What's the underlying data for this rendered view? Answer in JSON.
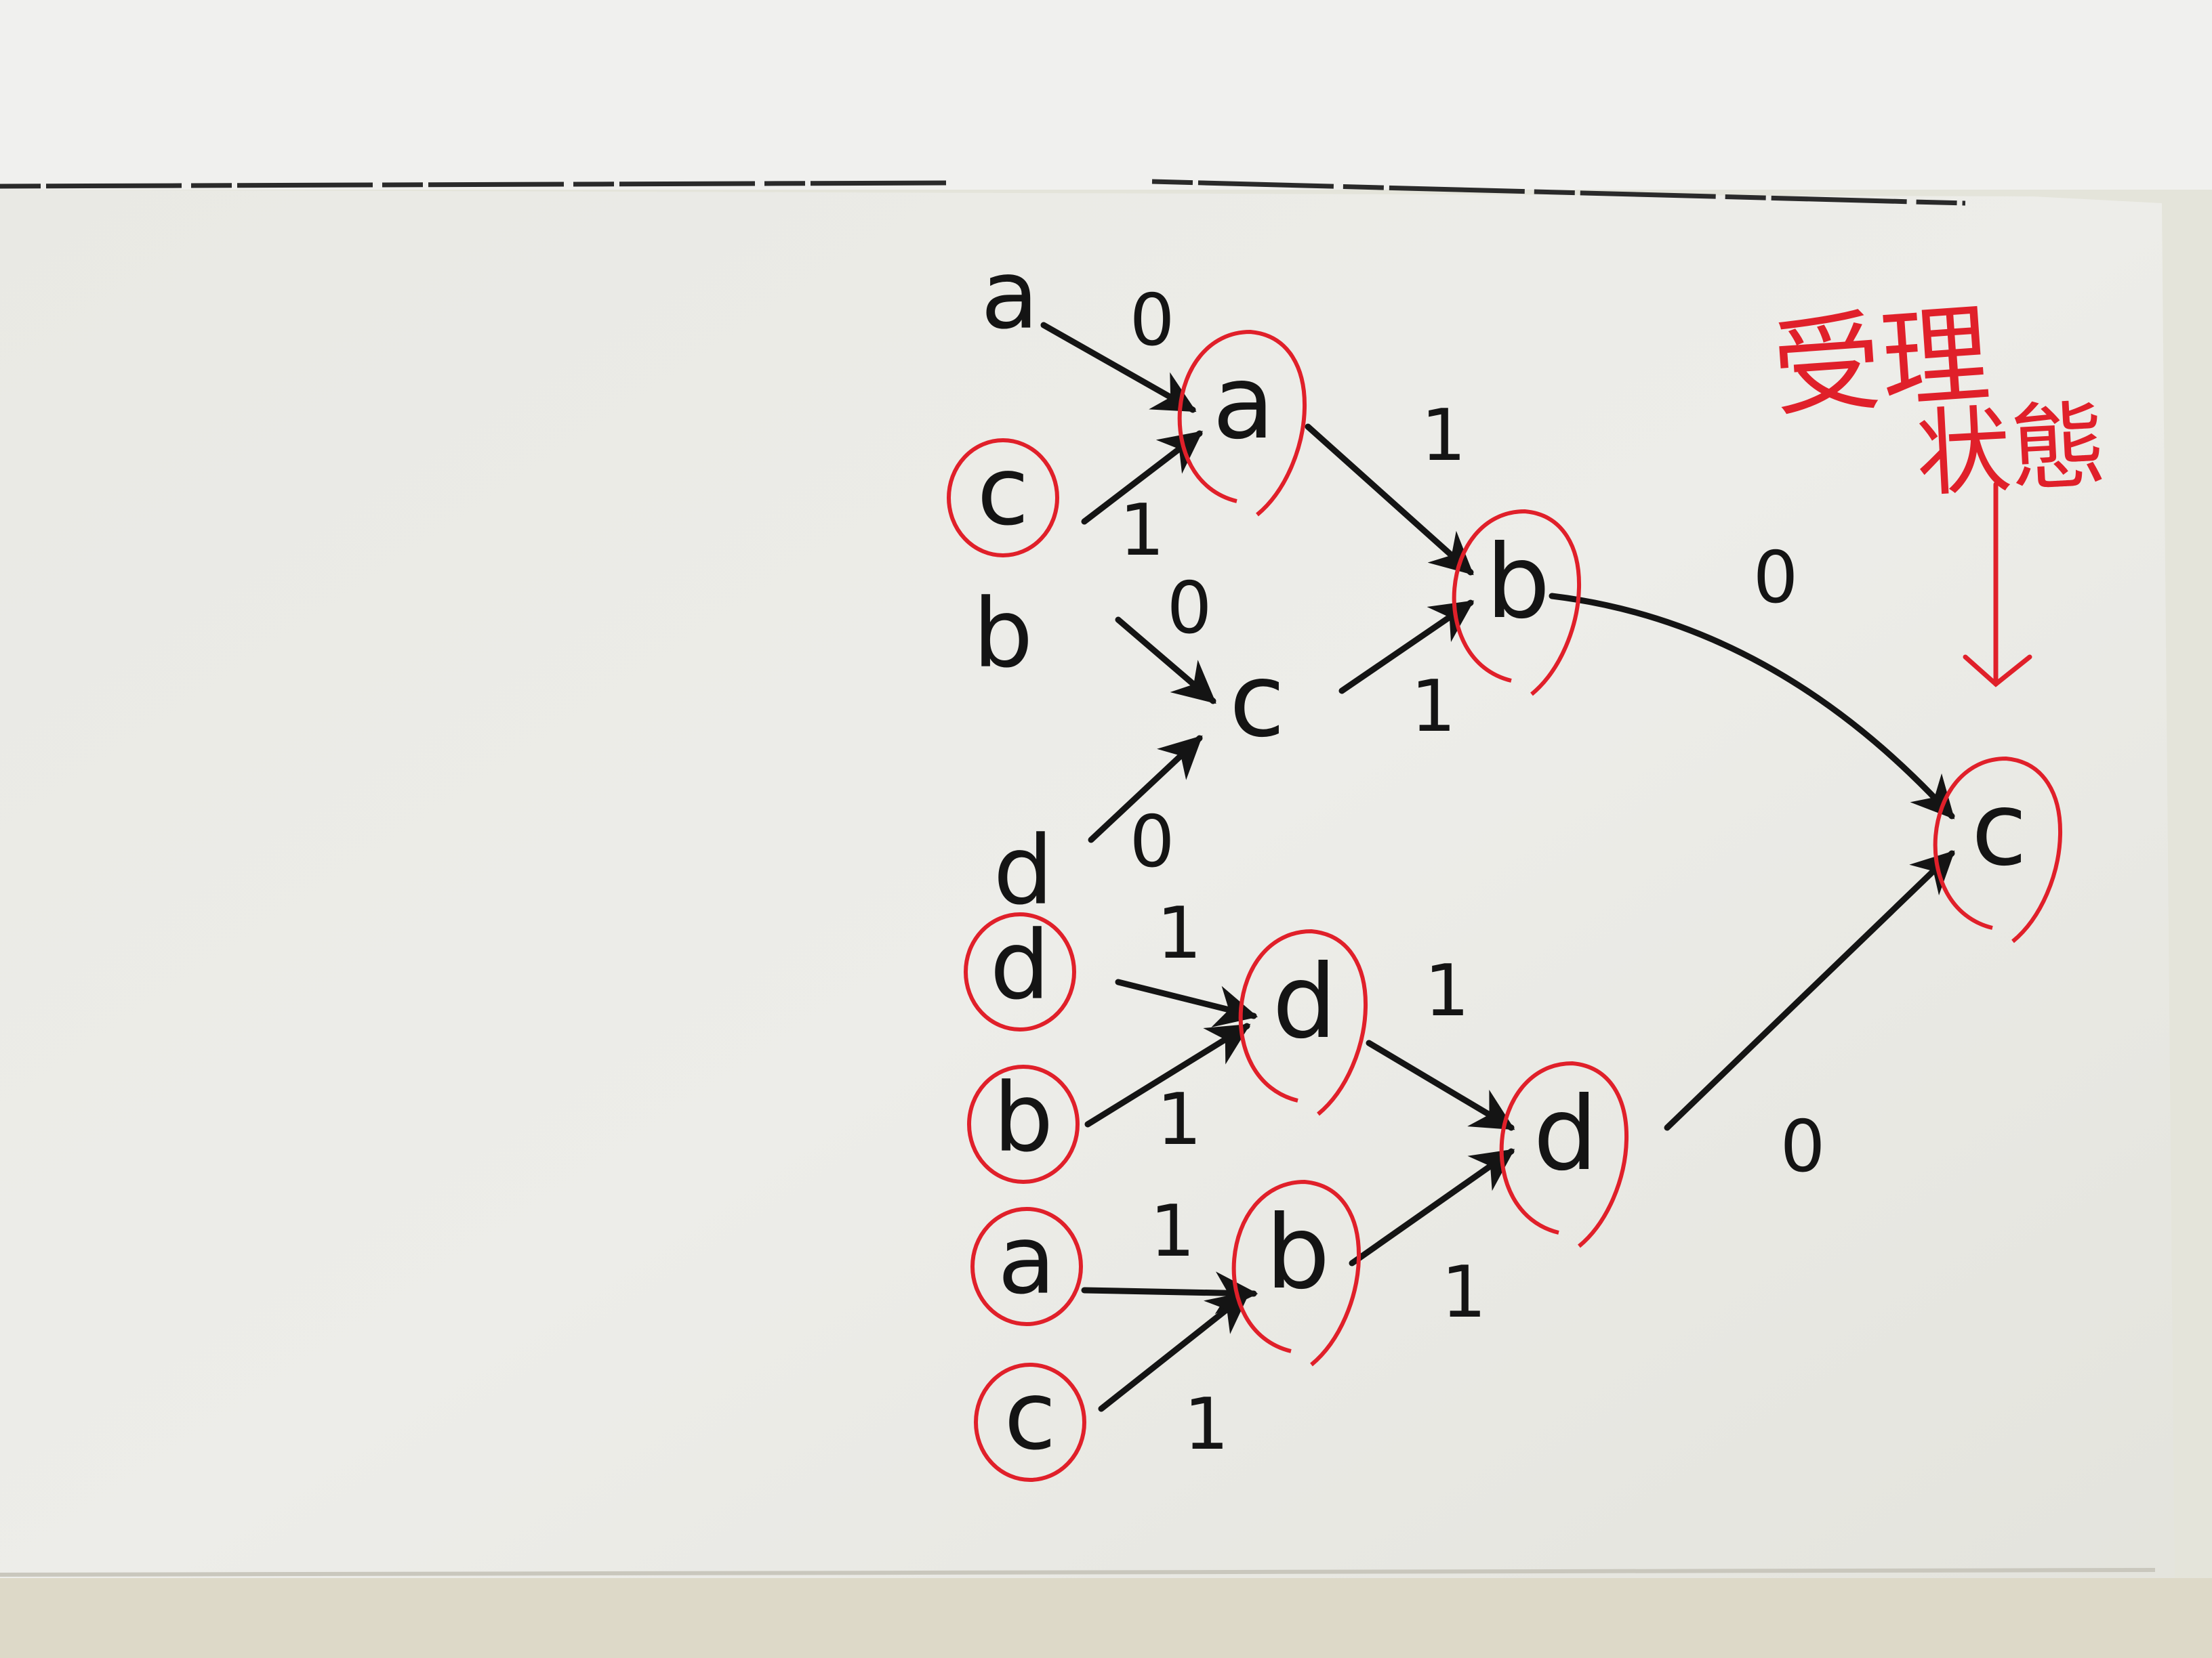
{
  "colors": {
    "ink": "#141414",
    "red_ink": "#e0202a",
    "paper": "#ebebe6",
    "paper_shadow": "#d8d8d1",
    "backdrop": "#e6e6dc"
  },
  "annotation": {
    "lines": [
      "受理",
      "状態"
    ]
  },
  "nodes": [
    {
      "id": "in_a",
      "label": "a",
      "red_circle": false
    },
    {
      "id": "in_c1",
      "label": "c",
      "red_circle": true
    },
    {
      "id": "in_b1",
      "label": "b",
      "red_circle": false
    },
    {
      "id": "in_d1",
      "label": "d",
      "red_circle": false
    },
    {
      "id": "in_d2",
      "label": "d",
      "red_circle": true
    },
    {
      "id": "in_b2",
      "label": "b",
      "red_circle": true
    },
    {
      "id": "in_a2",
      "label": "a",
      "red_circle": true
    },
    {
      "id": "in_c2",
      "label": "c",
      "red_circle": true
    },
    {
      "id": "mid_a",
      "label": "a",
      "red_circle": true
    },
    {
      "id": "mid_c",
      "label": "c",
      "red_circle": false
    },
    {
      "id": "mid_b",
      "label": "b",
      "red_circle": true
    },
    {
      "id": "mid_d",
      "label": "d",
      "red_circle": true
    },
    {
      "id": "mid_b2",
      "label": "b",
      "red_circle": true
    },
    {
      "id": "mid_d2",
      "label": "d",
      "red_circle": true
    },
    {
      "id": "final_c",
      "label": "c",
      "red_circle": true
    }
  ],
  "edges": [
    {
      "id": "e1",
      "from": "in_a",
      "to": "mid_a",
      "label": "0"
    },
    {
      "id": "e2",
      "from": "in_c1",
      "to": "mid_a",
      "label": "1"
    },
    {
      "id": "e3",
      "from": "in_b1",
      "to": "mid_c",
      "label": "0"
    },
    {
      "id": "e4",
      "from": "in_d1",
      "to": "mid_c",
      "label": "0"
    },
    {
      "id": "e5",
      "from": "mid_a",
      "to": "mid_b",
      "label": "1"
    },
    {
      "id": "e6",
      "from": "mid_c",
      "to": "mid_b",
      "label": "1"
    },
    {
      "id": "e7",
      "from": "mid_b",
      "to": "final_c",
      "label": "0"
    },
    {
      "id": "e8",
      "from": "in_d2",
      "to": "mid_d",
      "label": "1"
    },
    {
      "id": "e9",
      "from": "in_b2",
      "to": "mid_d",
      "label": "1"
    },
    {
      "id": "e10",
      "from": "in_a2",
      "to": "mid_b2",
      "label": "1"
    },
    {
      "id": "e11",
      "from": "in_c2",
      "to": "mid_b2",
      "label": "1"
    },
    {
      "id": "e12",
      "from": "mid_d",
      "to": "mid_d2",
      "label": "1"
    },
    {
      "id": "e13",
      "from": "mid_b2",
      "to": "mid_d2",
      "label": "1"
    },
    {
      "id": "e14",
      "from": "mid_d2",
      "to": "final_c",
      "label": "0"
    },
    {
      "id": "e15",
      "from": "annotation",
      "to": "final_c",
      "label": ""
    }
  ]
}
